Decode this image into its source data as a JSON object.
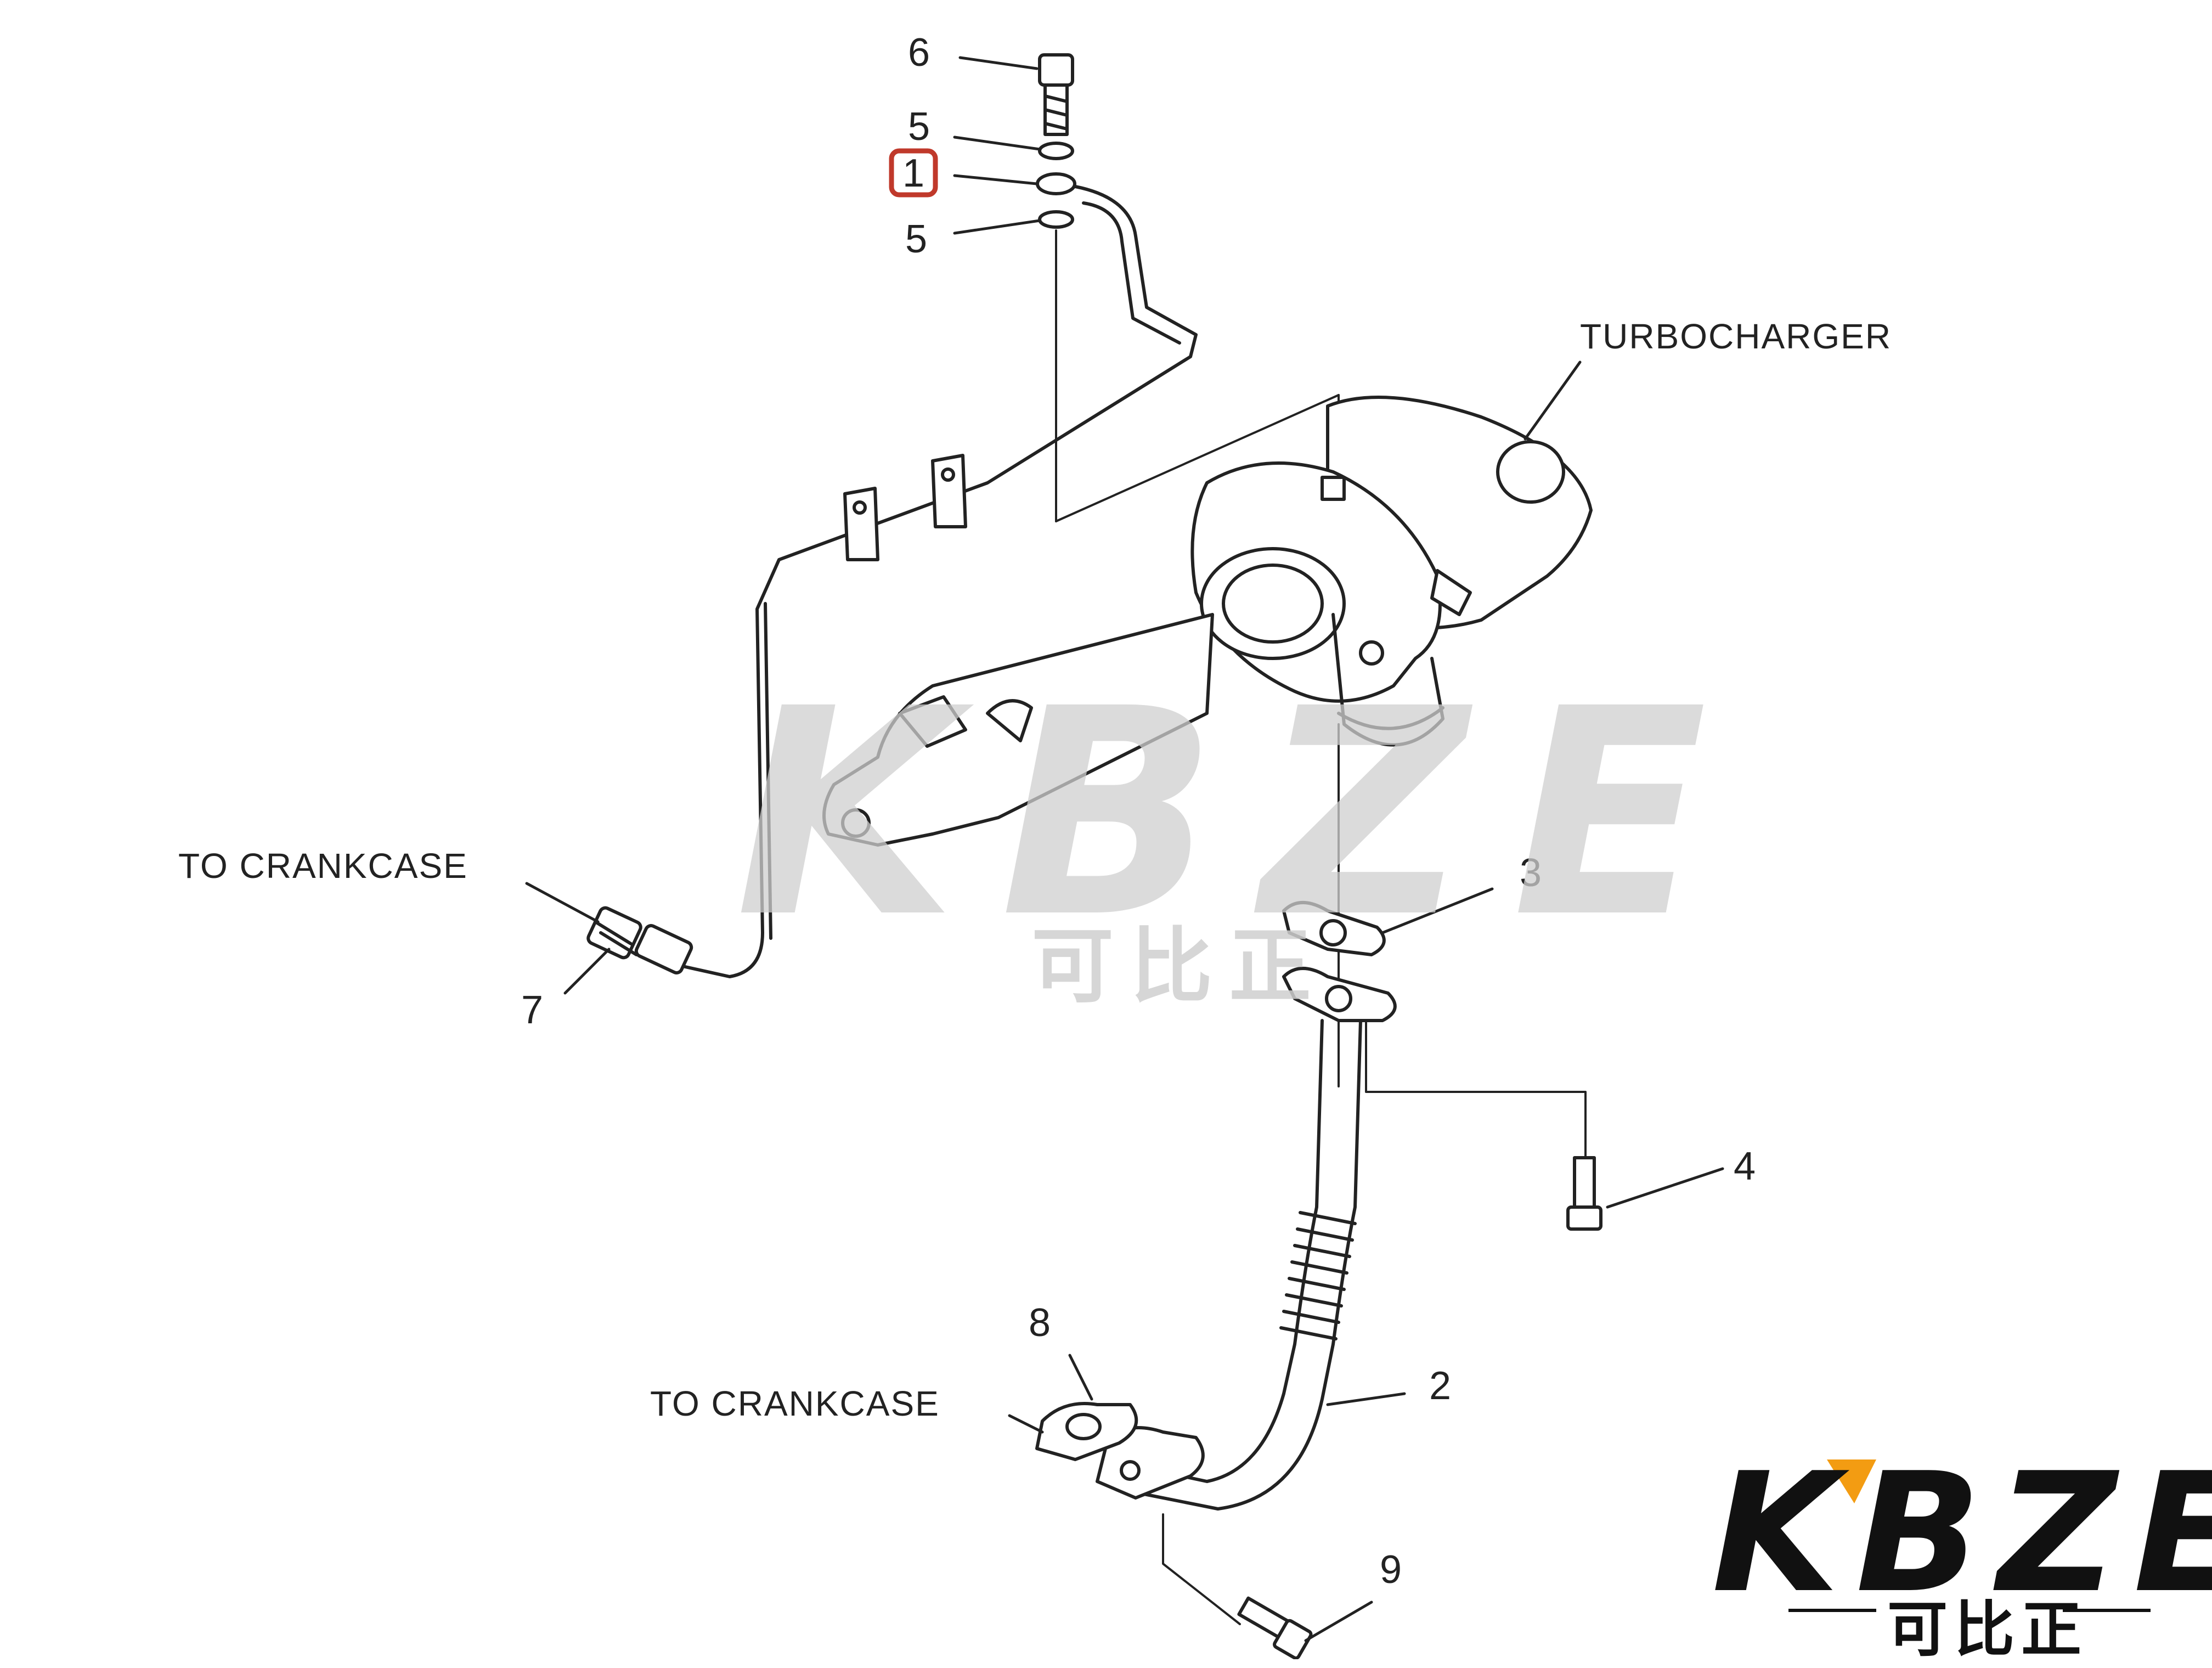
{
  "diagram": {
    "component_label": "TURBOCHARGER",
    "crankcase_label_upper": "TO CRANKCASE",
    "crankcase_label_lower": "TO CRANKCASE",
    "callouts": [
      {
        "id": "callout-6",
        "text": "6"
      },
      {
        "id": "callout-5-upper",
        "text": "5"
      },
      {
        "id": "callout-1",
        "text": "1",
        "highlighted": true
      },
      {
        "id": "callout-5-lower",
        "text": "5"
      },
      {
        "id": "callout-3",
        "text": "3"
      },
      {
        "id": "callout-4",
        "text": "4"
      },
      {
        "id": "callout-7",
        "text": "7"
      },
      {
        "id": "callout-8",
        "text": "8"
      },
      {
        "id": "callout-2",
        "text": "2"
      },
      {
        "id": "callout-9",
        "text": "9"
      }
    ],
    "highlight_color": "#c0392b",
    "line_color": "#222222"
  },
  "watermark": {
    "brand": "KBZE",
    "subtitle": "可比正"
  },
  "logo": {
    "brand": "KBZE",
    "accent_color": "#f39c12",
    "subtitle": "可比正"
  }
}
